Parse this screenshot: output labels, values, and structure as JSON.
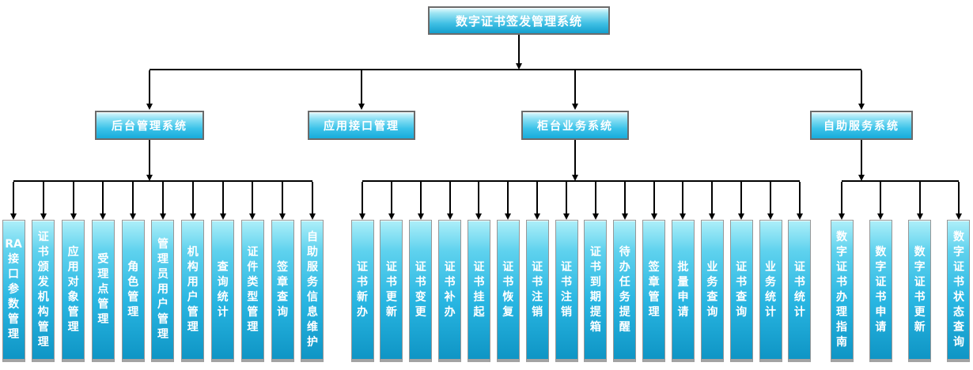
{
  "root": {
    "label": "数字证书签发管理系统"
  },
  "groups": [
    {
      "label": "后台管理系统",
      "leaves": [
        "RA接口参数管理",
        "证书颁发机构管理",
        "应用对象管理",
        "受理点管理",
        "角色管理",
        "管理员用户管理",
        "机构用户管理",
        "查询统计",
        "证件类型管理",
        "签章查询",
        "自助服务信息维护"
      ]
    },
    {
      "label": "应用接口管理",
      "leaves": []
    },
    {
      "label": "柜台业务系统",
      "leaves": [
        "证书新办",
        "证书更新",
        "证书变更",
        "证书补办",
        "证书挂起",
        "证书恢复",
        "证书注销",
        "证书注销",
        "证书到期提箱",
        "待办任务提醒",
        "签章管理",
        "批量申请",
        "业务查询",
        "证书查询",
        "业务统计",
        "证书统计"
      ]
    },
    {
      "label": "自助服务系统",
      "leaves": [
        "数字证书办理指南",
        "数字证书申请",
        "数字证书更新",
        "数字证书状态查询"
      ]
    }
  ],
  "colors": {
    "node_gradient_top": "#aeeff9",
    "node_gradient_bottom": "#0f95c5",
    "root_gradient_bottom": "#149fce",
    "border_gray": "#6b6b6b",
    "connector_line": "#000000",
    "text": "#ffffff",
    "background": "#ffffff"
  }
}
